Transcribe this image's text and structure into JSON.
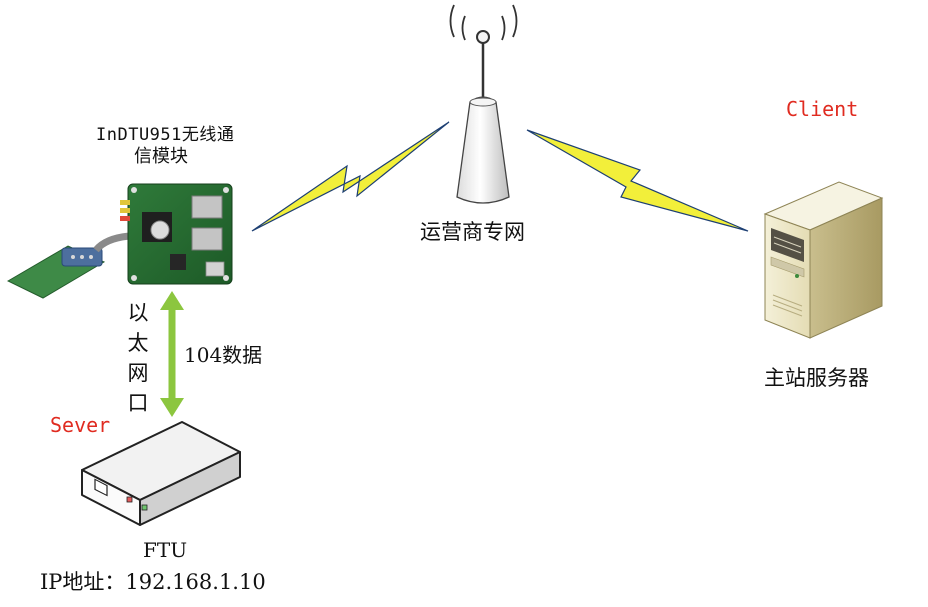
{
  "module": {
    "name_line1": "InDTU951无线通",
    "name_line2": "信模块"
  },
  "network": {
    "label": "运营商专网"
  },
  "client": {
    "role_label": "Client",
    "name": "主站服务器"
  },
  "server": {
    "role_label": "Sever",
    "device": "FTU",
    "ip_line": "IP地址：192.168.1.10"
  },
  "link": {
    "vertical_label": [
      "以",
      "太",
      "网",
      "口"
    ],
    "protocol": "104数据"
  },
  "colors": {
    "role": "#e02b20",
    "lightning": "#f2ef3a",
    "arrow": "#8cc63f",
    "outline": "#1d3f73"
  }
}
